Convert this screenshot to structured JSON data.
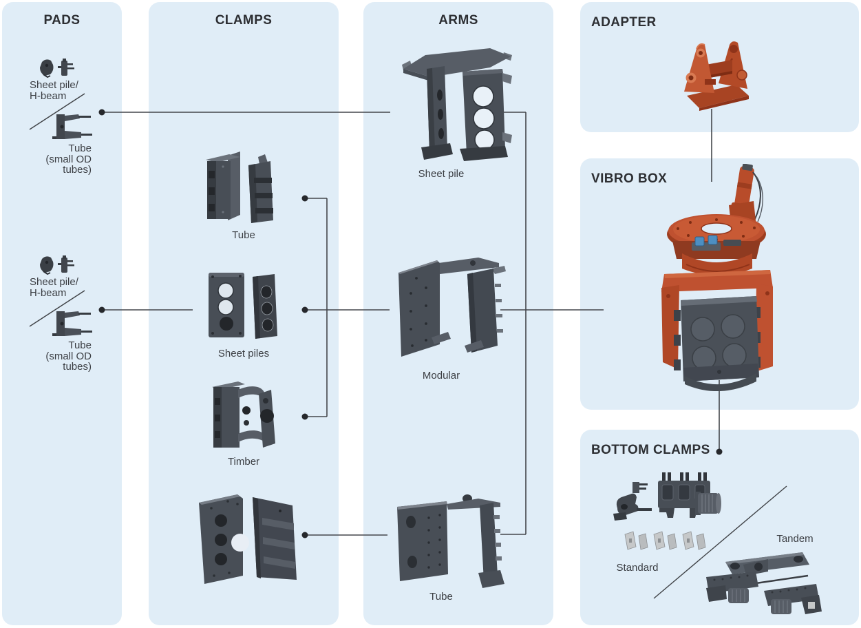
{
  "colors": {
    "page_bg": "#ffffff",
    "panel_bg": "#e0edf7",
    "connector_line": "#44474b",
    "title_text": "#2d2f33",
    "label_text": "#3b3e43",
    "orange_accent": "#bf5130",
    "part_gray": "#484e56",
    "steel_light": "#c6c8c9",
    "valve_blue": "#4d8fc2"
  },
  "pads": {
    "title": "PADS",
    "groups": [
      {
        "sheet_label_line1": "Sheet pile/",
        "sheet_label_line2": "H-beam",
        "sheet_icon": "sheet-pile-h-beam-pads-3d",
        "tube_label_line1": "Tube",
        "tube_label_line2": "(small OD tubes)",
        "tube_icon": "tube-pad-3d"
      },
      {
        "sheet_label_line1": "Sheet pile/",
        "sheet_label_line2": "H-beam",
        "sheet_icon": "sheet-pile-h-beam-pads-3d",
        "tube_label_line1": "Tube",
        "tube_label_line2": "(small OD tubes)",
        "tube_icon": "tube-pad-3d"
      }
    ]
  },
  "clamps": {
    "title": "CLAMPS",
    "items": [
      {
        "label": "Tube",
        "icon": "tube-clamp-3d"
      },
      {
        "label": "Sheet piles",
        "icon": "sheet-piles-clamp-3d"
      },
      {
        "label": "Timber",
        "icon": "timber-clamp-3d"
      },
      {
        "label": "",
        "icon": "large-clamp-3d"
      }
    ]
  },
  "arms": {
    "title": "ARMS",
    "items": [
      {
        "label": "Sheet pile",
        "icon": "sheet-pile-arm-3d"
      },
      {
        "label": "Modular",
        "icon": "modular-arm-3d"
      },
      {
        "label": "Tube",
        "icon": "tube-arm-3d"
      }
    ]
  },
  "adapter": {
    "title": "ADAPTER",
    "icon": "excavator-adapter-3d"
  },
  "vibro_box": {
    "title": "VIBRO BOX",
    "icon": "vibro-box-3d"
  },
  "bottom_clamps": {
    "title": "BOTTOM CLAMPS",
    "items": [
      {
        "label": "Standard",
        "icon": "standard-bottom-clamp-3d"
      },
      {
        "label": "Tandem",
        "icon": "tandem-bottom-clamp-3d"
      }
    ]
  }
}
